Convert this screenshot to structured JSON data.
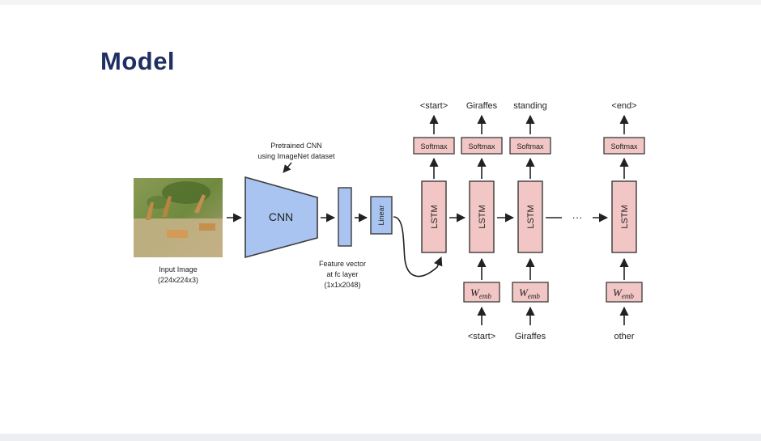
{
  "slide": {
    "title": "Model"
  },
  "diagram": {
    "input_image": {
      "caption_line1": "Input Image",
      "caption_line2": "(224x224x3)"
    },
    "cnn": {
      "label": "CNN",
      "note_line1": "Pretrained CNN",
      "note_line2": "using ImageNet dataset"
    },
    "feature_vector": {
      "line1": "Feature vector",
      "line2": "at fc layer",
      "line3": "(1x1x2048)"
    },
    "linear": {
      "label": "Linear"
    },
    "lstm_label": "LSTM",
    "softmax_label": "Softmax",
    "wemb_base": "W",
    "wemb_sub": "emb",
    "ellipsis": "— ···",
    "outputs": [
      "<start>",
      "Giraffes",
      "standing",
      "<end>"
    ],
    "inputs": [
      "<start>",
      "Giraffes",
      "other"
    ]
  },
  "colors": {
    "title": "#1f2f63",
    "cnn_fill": "#a9c4f0",
    "cnn_stroke": "#3a3a3a",
    "lstm_fill": "#f2c6c4",
    "softmax_fill": "#f2c6c4"
  }
}
